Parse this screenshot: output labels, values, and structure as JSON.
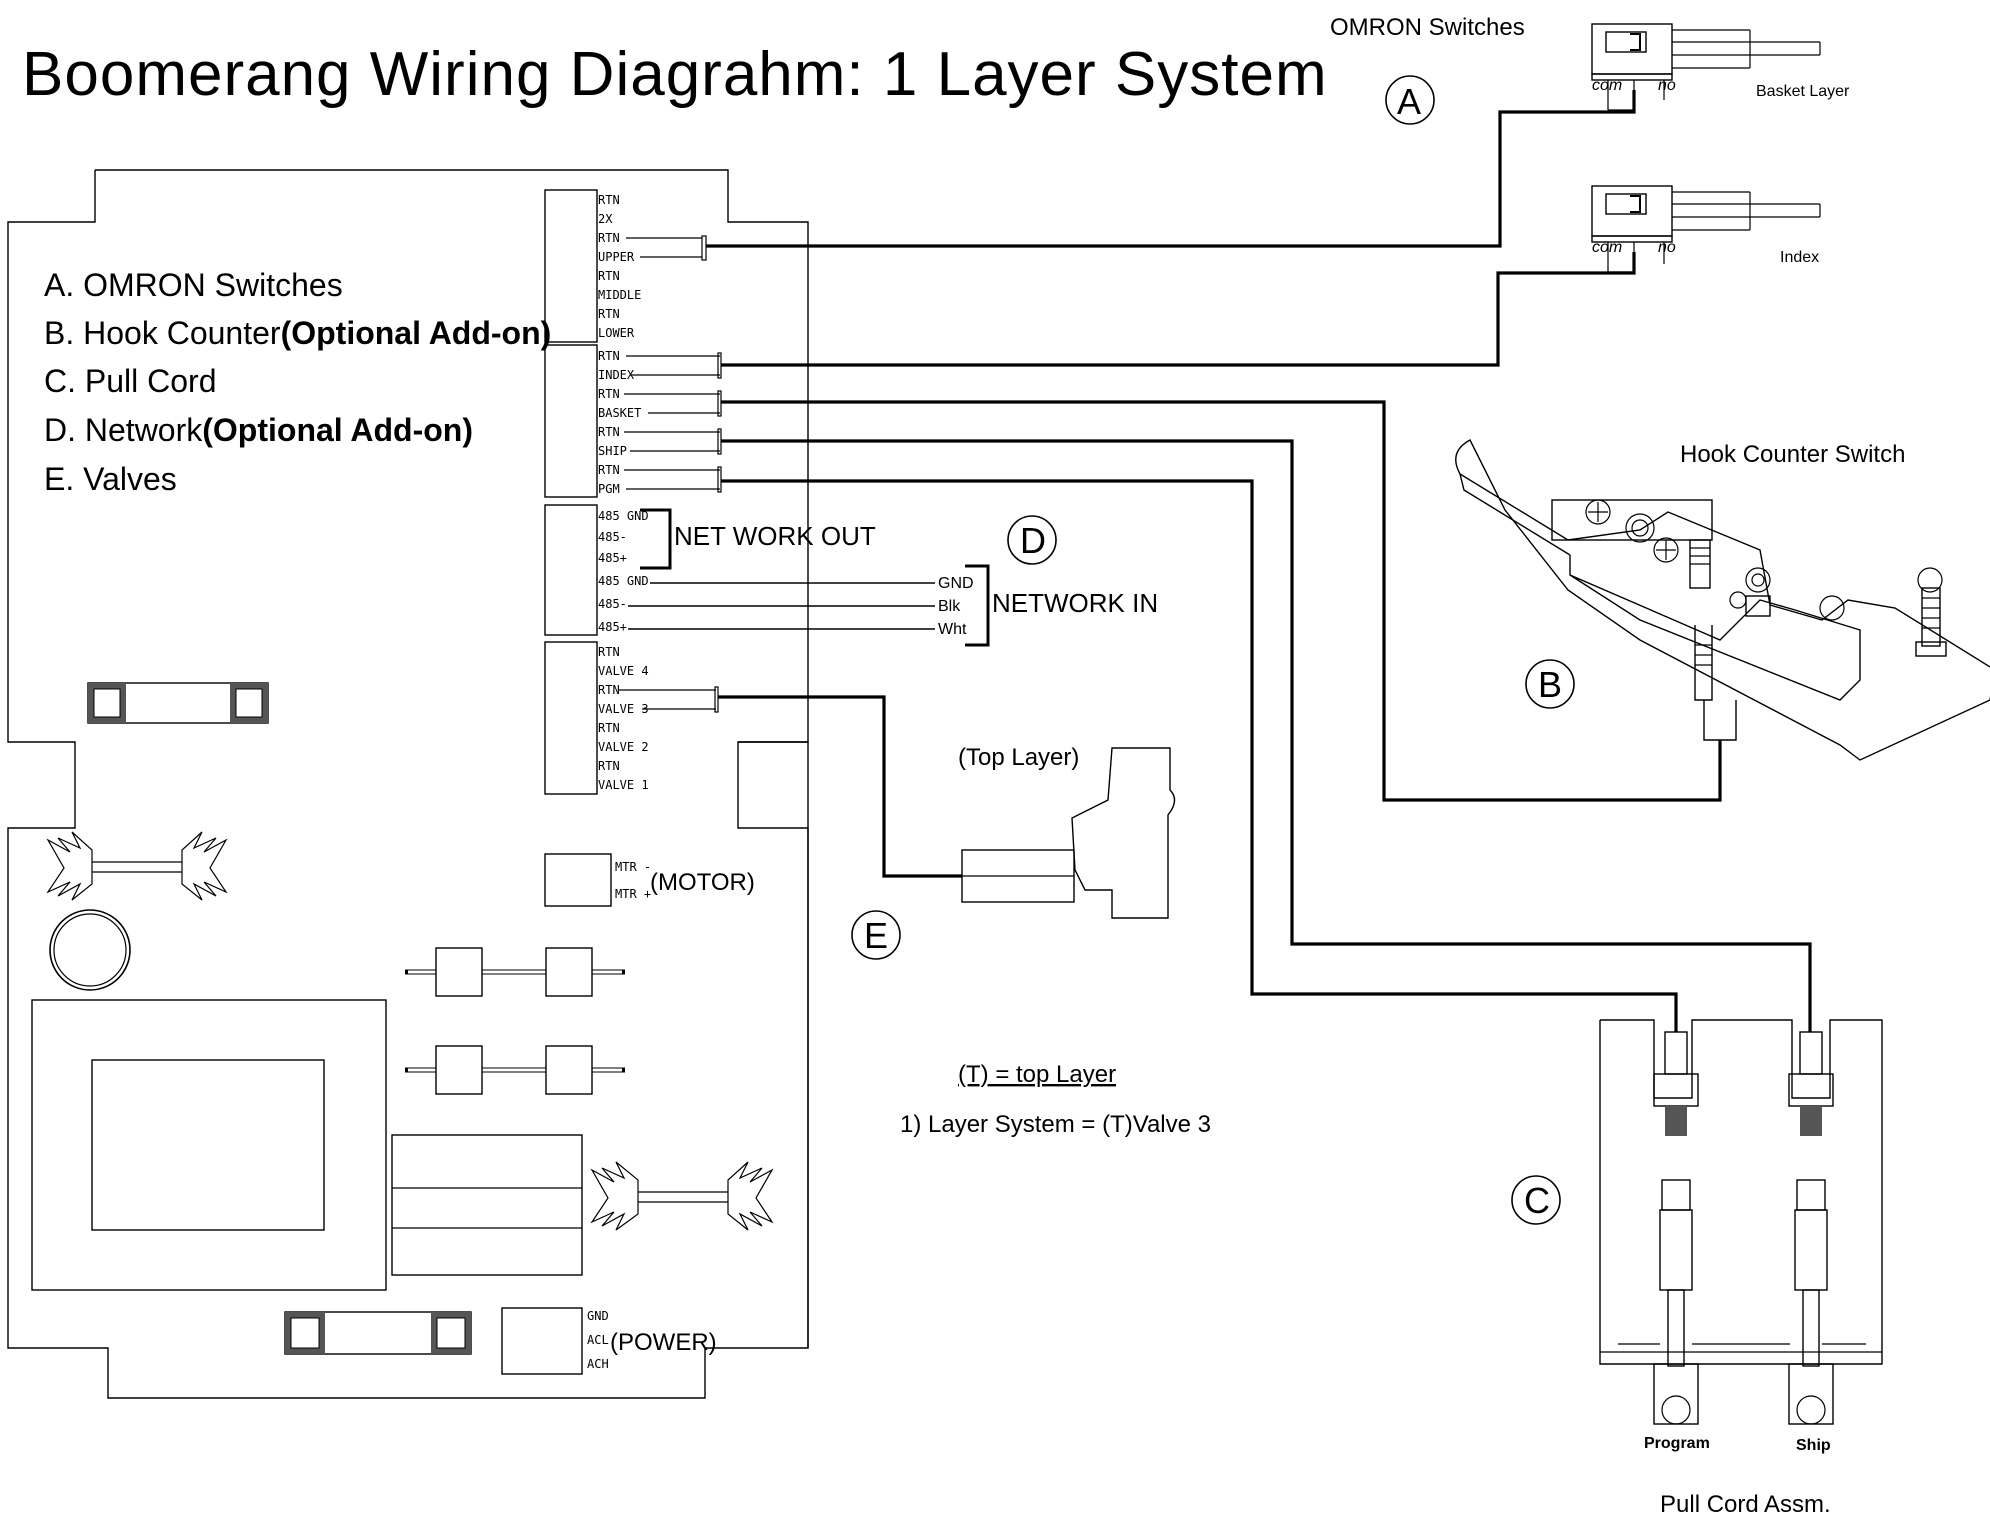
{
  "title": "Boomerang Wiring Diagrahm: 1 Layer System",
  "legend": [
    {
      "text": "A. OMRON Switches",
      "suffix": ""
    },
    {
      "text": "B. Hook Counter",
      "suffix": "(Optional Add-on)"
    },
    {
      "text": "C. Pull Cord",
      "suffix": ""
    },
    {
      "text": "D. Network",
      "suffix": "(Optional Add-on)"
    },
    {
      "text": "E. Valves",
      "suffix": ""
    }
  ],
  "terminal_blocks": {
    "block1": [
      "RTN",
      "2X",
      "RTN",
      "UPPER",
      "RTN",
      "MIDDLE",
      "RTN",
      "LOWER"
    ],
    "block2": [
      "RTN",
      "INDEX",
      "RTN",
      "BASKET",
      "RTN",
      "SHIP",
      "RTN",
      "PGM"
    ],
    "block3": [
      "485 GND",
      "485-",
      "485+",
      "485 GND",
      "485-",
      "485+"
    ],
    "block4": [
      "RTN",
      "VALVE 4",
      "RTN",
      "VALVE 3",
      "RTN",
      "VALVE 2",
      "RTN",
      "VALVE 1"
    ]
  },
  "motor": {
    "pins": [
      "MTR -",
      "MTR +"
    ],
    "label": "(MOTOR)"
  },
  "power": {
    "pins": [
      "GND",
      "ACL",
      "ACH"
    ],
    "label": "(POWER)"
  },
  "network": {
    "out_label": "NET WORK OUT",
    "in_label": "NETWORK IN",
    "in_wires": [
      "GND",
      "Blk",
      "Wht"
    ],
    "marker": "D"
  },
  "omron": {
    "heading": "OMRON Switches",
    "marker": "A",
    "switches": [
      {
        "name": "Basket Layer",
        "com": "com",
        "no": "no"
      },
      {
        "name": "Index",
        "com": "com",
        "no": "no"
      }
    ]
  },
  "hook_counter": {
    "label": "Hook Counter Switch",
    "marker": "B"
  },
  "pull_cord": {
    "label": "Pull Cord Assm.",
    "marker": "C",
    "buttons": [
      "Program",
      "Ship"
    ]
  },
  "valve": {
    "label": "(Top Layer)",
    "marker": "E"
  },
  "notes": {
    "line1": "(T) = top Layer",
    "line2": "1) Layer System  = (T)Valve 3"
  }
}
